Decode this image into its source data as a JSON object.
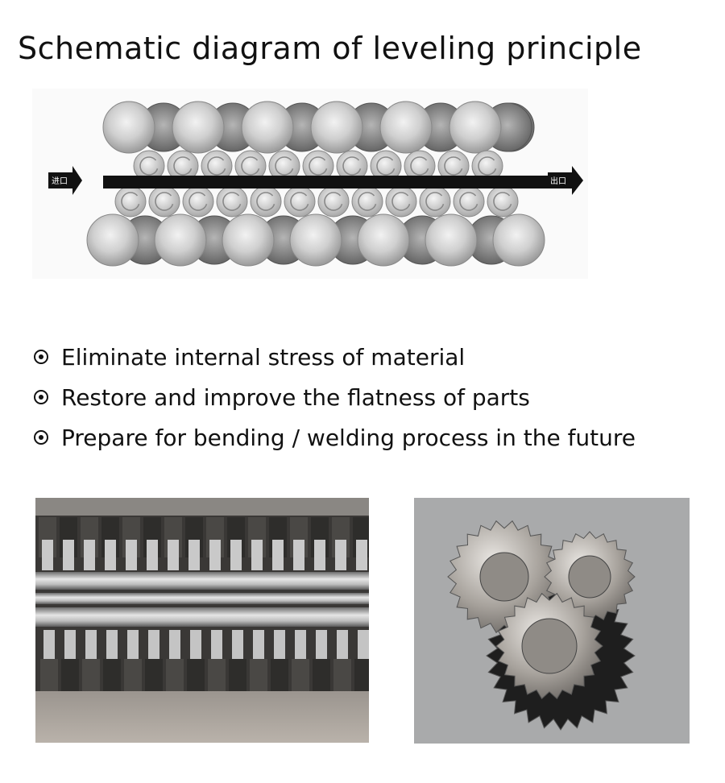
{
  "title": "Schematic diagram of leveling principle",
  "diagram": {
    "inlet_label": "进口",
    "outlet_label": "出口"
  },
  "bullets": [
    "Eliminate internal stress of material",
    "Restore and improve the flatness of parts",
    "Prepare for bending / welding process in the future"
  ],
  "colors": {
    "roller_light": "#dcdcdc",
    "roller_dark": "#7a7a7a",
    "sheet": "#111111"
  }
}
